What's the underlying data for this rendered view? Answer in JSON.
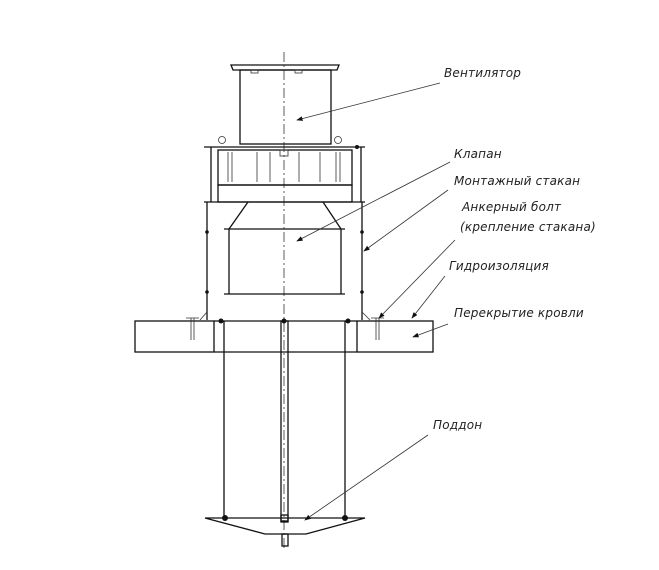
{
  "diagram": {
    "labels": {
      "fan": "Вентилятор",
      "valve": "Клапан",
      "mounting_cup": "Монтажный стакан",
      "anchor_bolt_line1": "Анкерный болт",
      "anchor_bolt_line2": "(крепление стакана)",
      "waterproofing": "Гидроизоляция",
      "roof_slab": "Перекрытие кровли",
      "tray": "Поддон"
    },
    "colors": {
      "line": "#111111",
      "background": "#ffffff"
    }
  }
}
